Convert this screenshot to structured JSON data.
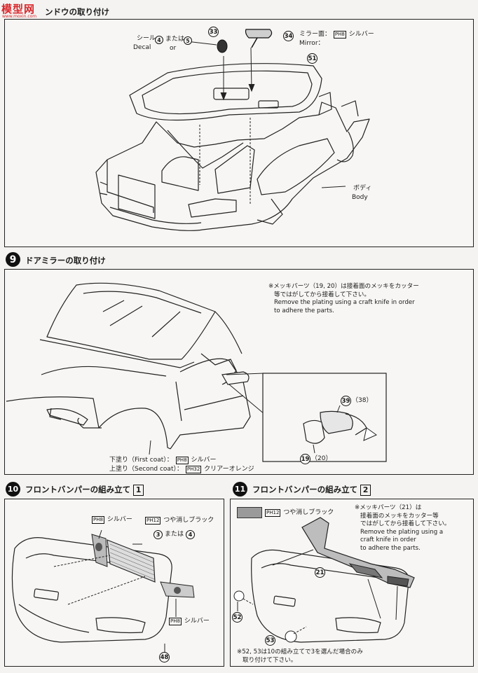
{
  "header": {
    "logo_text": "模型网",
    "site_text": "www.moxin.com"
  },
  "section_top": {
    "title": "ンドウの取り付け",
    "decal_jp": "シール",
    "decal_en": "Decal",
    "or_jp": "または",
    "or_en": "or",
    "part_decal_a": "4",
    "part_decal_b": "5",
    "part_33": "33",
    "part_34": "34",
    "part_51": "51",
    "mirror_jp": "ミラー面：",
    "mirror_paint": "8",
    "mirror_color": "シルバー",
    "mirror_en": "Mirror：",
    "body_jp": "ボディ",
    "body_en": "Body"
  },
  "section_9": {
    "step": "9",
    "title": "ドアミラーの取り付け",
    "note_line1": "※メッキパーツ（19, 20）は接着面のメッキをカッター",
    "note_line2": "等ではがしてから接着して下さい。",
    "note_line3": "Remove the plating using a craft knife in order",
    "note_line4": "to adhere the parts.",
    "part_39": "39",
    "part_38": "（38）",
    "part_19": "19",
    "part_20": "（20）",
    "first_coat_label": "下塗り（First coat）：",
    "first_coat_paint": "8",
    "first_coat_color": "シルバー",
    "second_coat_label": "上塗り（Second coat）：",
    "second_coat_paint": "32",
    "second_coat_color": "クリアーオレンジ"
  },
  "section_10": {
    "step": "10",
    "title": "フロントバンパーの組み立て",
    "box": "1",
    "silver_paint": "8",
    "silver_label": "シルバー",
    "matte_paint": "12",
    "matte_label": "つや消しブラック",
    "part_3": "3",
    "or_jp": "または",
    "part_4": "4",
    "silver2_paint": "8",
    "silver2_label": "シルバー",
    "part_48": "48"
  },
  "section_11": {
    "step": "11",
    "title": "フロントバンパーの組み立て",
    "box": "2",
    "swatch_paint": "12",
    "swatch_label": "つや消しブラック",
    "note_line1": "※メッキパーツ（21）は",
    "note_line2": "接着面のメッキをカッター等",
    "note_line3": "ではがしてから接着して下さい。",
    "note_line4": "Remove the plating using a",
    "note_line5": "craft knife in order",
    "note_line6": "to adhere the parts.",
    "part_21": "21",
    "part_52": "52",
    "part_53": "53",
    "footer_line1": "※52, 53は10の組み立てで3を選んだ場合のみ",
    "footer_line2": "取り付けて下さい。"
  },
  "paint_prefix": "PH",
  "colors": {
    "ink": "#1a1a1a",
    "paper": "#f4f3f1",
    "swatch": "#9a9a9a",
    "logo_red": "#d8262b"
  }
}
